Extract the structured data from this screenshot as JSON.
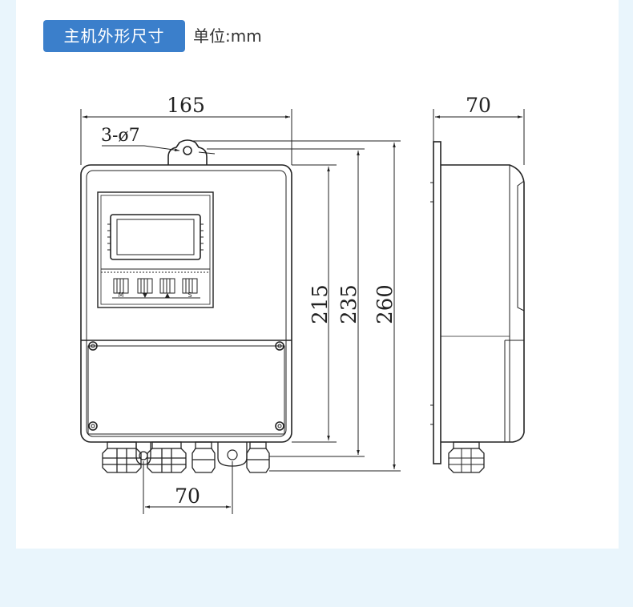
{
  "header": {
    "title": "主机外形尺寸",
    "unit_label": "单位:mm"
  },
  "drawing": {
    "dimensions": {
      "width": "165",
      "hole": "3-ø7",
      "height_1": "215",
      "height_2": "235",
      "height_3": "260",
      "depth": "70",
      "bottom_spacing": "70"
    },
    "keys": [
      "M",
      "▼",
      "▲",
      "S"
    ]
  },
  "colors": {
    "badge": "#3b7fcb",
    "background": "#e9f5fc",
    "line": "#222222"
  }
}
